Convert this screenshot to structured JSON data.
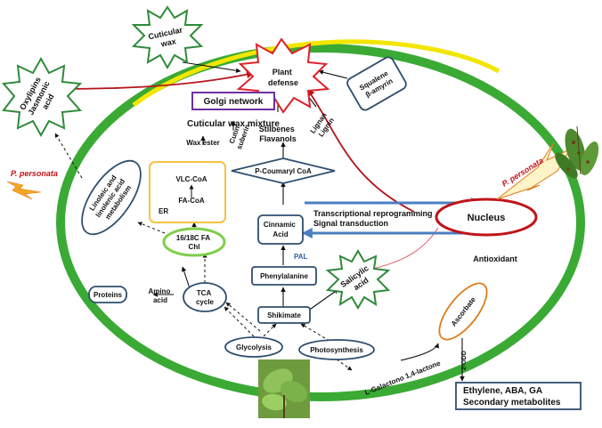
{
  "nodes": {
    "plant_defense": [
      "Plant",
      "defense"
    ],
    "cuticular_wax": [
      "Cuticular",
      "wax"
    ],
    "oxylipins": [
      "Oxylipins",
      "Jasmonic",
      "acid"
    ],
    "golgi_network": "Golgi network",
    "cuticular_wax_mixture": "Cuticular  wax mixture",
    "wax_ester": "Wax ester",
    "vlc_coa": "VLC-CoA",
    "fa_coa": "FA-CoA",
    "er": "ER",
    "fa_chl": [
      "16/18C FA",
      "Chl"
    ],
    "linoleic": [
      "Linoleic and",
      "linolenic acid",
      "metabolism"
    ],
    "squalene": [
      "Squalene",
      "β-amyrin"
    ],
    "cutin_suberin": [
      "Cutin",
      "suberin"
    ],
    "stilbenes": [
      "Stilbenes",
      "Flavanols"
    ],
    "lignan_lignin": [
      "Lignan",
      "Lignin"
    ],
    "p_coumaryl": "P-Coumaryl CoA",
    "cinnamic": [
      "Cinnamic",
      "Acid"
    ],
    "pal": "PAL",
    "phenylalanine": "Phenylalanine",
    "shikimate": "Shikimate",
    "salicylic": [
      "Salicylic",
      "acid"
    ],
    "tca": [
      "TCA",
      "cycle"
    ],
    "proteins": "Proteins",
    "amino_acid": [
      "Amino",
      "acid"
    ],
    "glycolysis": "Glycolysis",
    "photosynthesis": "Photosynthesis",
    "nucleus": "Nucleus",
    "transcription": [
      "Transcriptional reprogramming",
      "Signal transduction"
    ],
    "p_personata_left": "P. personata",
    "p_personata_right": "P. personata",
    "antioxidant": "Antioxidant",
    "ascorbate": "Ascorbate",
    "galactono": "L-Galactono 1,4-lactone",
    "two_odd": "2-ODD",
    "ethylene": [
      "Ethylene, ABA, GA",
      "Secondary metabolites"
    ]
  },
  "colors": {
    "cell_wall": "#3aaa35",
    "cuticle": "#f2e600",
    "box_border": "#2f4f6f",
    "golgi_border": "#7030a0",
    "er_border": "#f5c342",
    "burst_border": "#2e8b3a",
    "defense_border": "#e0202a",
    "nucleus_border": "#c0141a",
    "ascorbate_border": "#e07b1a",
    "arrow_red": "#b5141a",
    "arrow_blue": "#4a7fc1",
    "pathogen": "#c0141a"
  }
}
